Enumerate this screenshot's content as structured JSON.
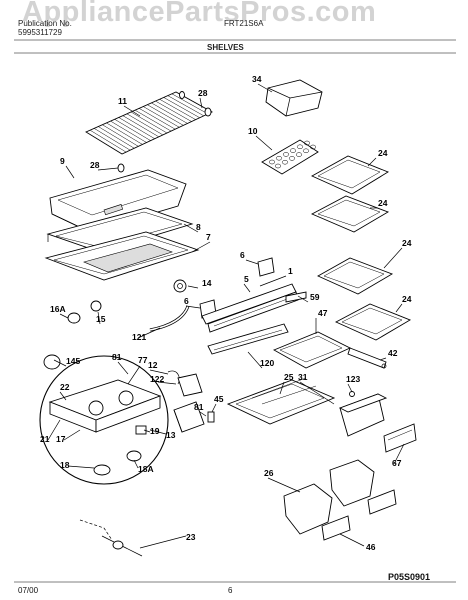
{
  "watermark": "AppliancePartsPros.com",
  "header": {
    "left_line1": "Publication No.",
    "left_line2": "5995311729",
    "title": "SHELVES",
    "model": "FRT21S6A"
  },
  "callouts": [
    "11",
    "28",
    "34",
    "10",
    "9",
    "28",
    "24",
    "8",
    "24",
    "7",
    "6",
    "1",
    "24",
    "14",
    "5",
    "59",
    "24",
    "16A",
    "6",
    "47",
    "15",
    "121",
    "81",
    "77",
    "145",
    "12",
    "120",
    "42",
    "122",
    "81",
    "25",
    "31",
    "123",
    "22",
    "45",
    "21",
    "17",
    "13",
    "19",
    "18",
    "18A",
    "67",
    "26",
    "23",
    "46"
  ],
  "footer": {
    "date": "07/00",
    "page": "6",
    "figure_code": "P05S0901"
  },
  "colors": {
    "line": "#000000",
    "watermark": "#969696"
  }
}
